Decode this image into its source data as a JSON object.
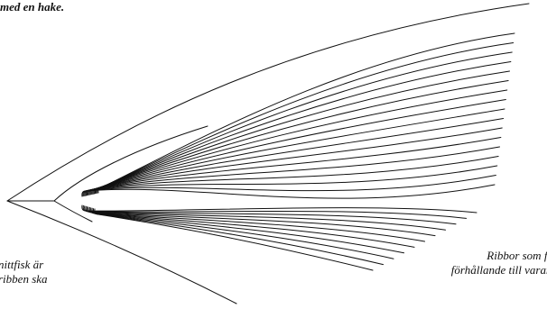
{
  "captions": {
    "top_fragment": "med en hake.",
    "left_fragment": {
      "line1": "nittfisk är",
      "line2": "ribben ska"
    },
    "right_fragment": {
      "line1": "Ribbor som för",
      "line2": "förhållande till varand"
    }
  },
  "colors": {
    "ink": "#111111",
    "paper": "#ffffff"
  },
  "figure": {
    "subject": "line drawing of fin rays (ribbor) radiating from a pointed base",
    "upper_ray_count": 17,
    "lower_ray_count": 11
  }
}
